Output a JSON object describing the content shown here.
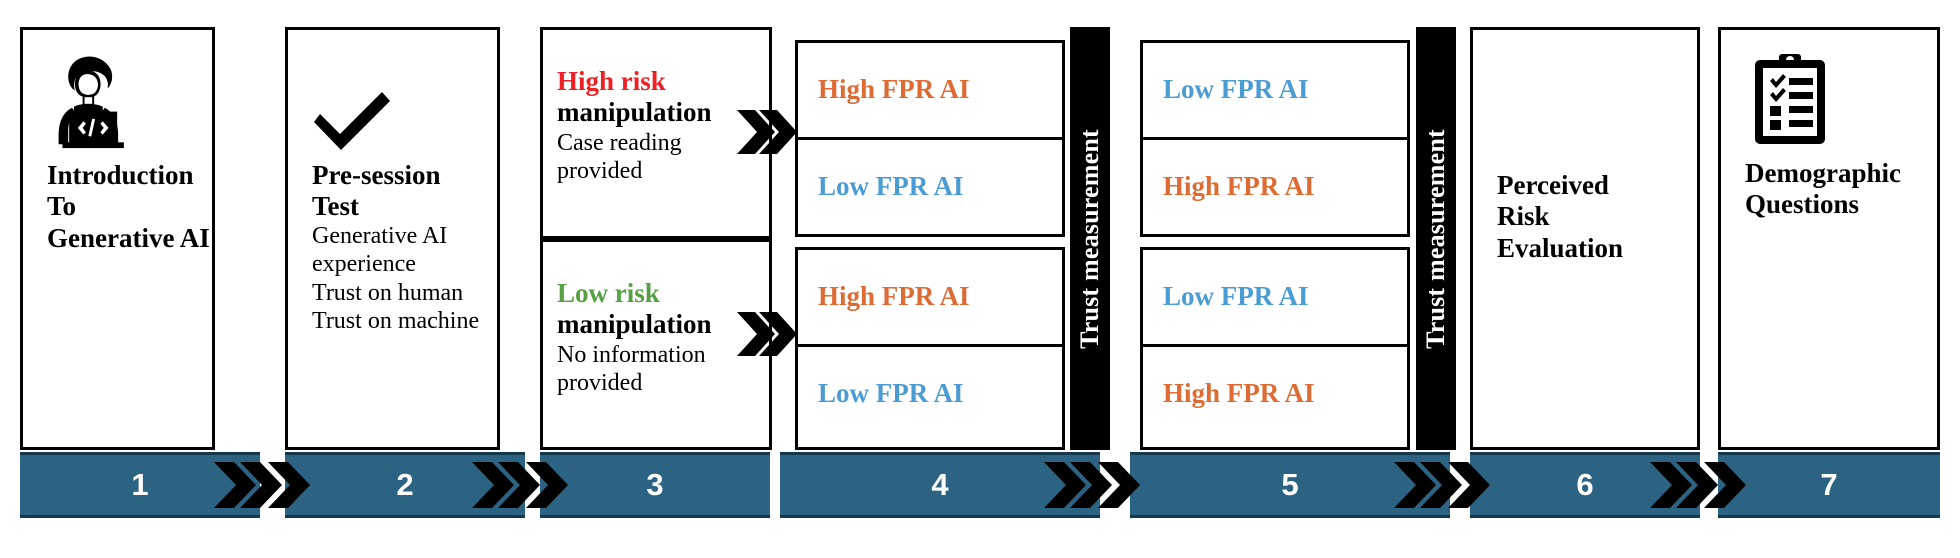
{
  "diagram": {
    "title": "Experimental procedure flow",
    "colors": {
      "high_risk": "#ED2024",
      "low_risk": "#56A044",
      "high_fpr": "#DD6B33",
      "low_fpr": "#4C9CD4",
      "step_bar": "#2D6382",
      "trust_bar": "#000000"
    },
    "steps": [
      {
        "number": "1",
        "icon": "person-at-laptop-icon",
        "title_lines": [
          "Introduction",
          "To",
          "Generative AI"
        ],
        "details": []
      },
      {
        "number": "2",
        "icon": "checkmark-icon",
        "title_lines": [
          "Pre-session",
          "Test"
        ],
        "details": [
          "Generative AI",
          "experience",
          "Trust on human",
          "Trust on machine"
        ]
      },
      {
        "number": "3",
        "icon": "",
        "title_lines": [],
        "details": [],
        "branches": [
          {
            "label_colored": "High risk",
            "label_bold": "manipulation",
            "label_color": "#ED2024",
            "details": [
              "Case reading",
              "provided"
            ]
          },
          {
            "label_colored": "Low risk",
            "label_bold": "manipulation",
            "label_color": "#56A044",
            "details": [
              "No information",
              "provided"
            ]
          }
        ]
      },
      {
        "number": "4",
        "icon": "",
        "title_lines": [],
        "details": [],
        "groups": [
          {
            "items": [
              {
                "label": "High FPR AI",
                "color": "#DD6B33"
              },
              {
                "label": "Low FPR AI",
                "color": "#4C9CD4"
              }
            ]
          },
          {
            "items": [
              {
                "label": "High FPR AI",
                "color": "#DD6B33"
              },
              {
                "label": "Low FPR AI",
                "color": "#4C9CD4"
              }
            ]
          }
        ]
      },
      {
        "number": "5",
        "icon": "",
        "title_lines": [],
        "details": [],
        "groups": [
          {
            "items": [
              {
                "label": "Low FPR AI",
                "color": "#4C9CD4"
              },
              {
                "label": "High FPR AI",
                "color": "#DD6B33"
              }
            ]
          },
          {
            "items": [
              {
                "label": "Low FPR AI",
                "color": "#4C9CD4"
              },
              {
                "label": "High FPR AI",
                "color": "#DD6B33"
              }
            ]
          }
        ]
      },
      {
        "number": "6",
        "icon": "",
        "title_lines": [
          "Perceived",
          "Risk",
          "Evaluation"
        ],
        "details": []
      },
      {
        "number": "7",
        "icon": "clipboard-checklist-icon",
        "title_lines": [
          "Demographic",
          "Questions"
        ],
        "details": []
      }
    ],
    "trust_measurements": [
      {
        "label": "Trust measurement"
      },
      {
        "label": "Trust measurement"
      }
    ]
  }
}
